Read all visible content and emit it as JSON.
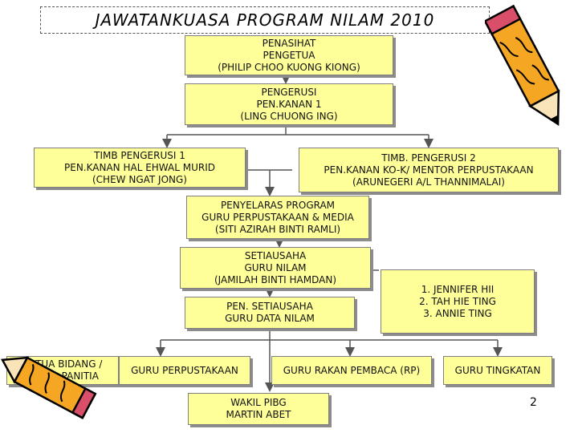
{
  "title": "JAWATANKUASA PROGRAM NILAM 2010",
  "penasihat": {
    "line1": "PENASIHAT",
    "line2": "PENGETUA",
    "line3": "(PHILIP CHOO KUONG KIONG)"
  },
  "pengerusi": {
    "line1": "PENGERUSI",
    "line2": "PEN.KANAN 1",
    "line3": "(LING CHUONG ING)"
  },
  "timb1": {
    "line1": "TIMB PENGERUSI 1",
    "line2": "PEN.KANAN HAL EHWAL MURID",
    "line3": "(CHEW NGAT JONG)"
  },
  "timb2": {
    "line1": "TIMB. PENGERUSI 2",
    "line2": "PEN.KANAN KO-K/ MENTOR PERPUSTAKAAN",
    "line3": "(ARUNEGERI A/L THANNIMALAI)"
  },
  "penyelaras": {
    "line1": "PENYELARAS PROGRAM",
    "line2": "GURU PERPUSTAKAAN & MEDIA",
    "line3": "(SITI AZIRAH BINTI RAMLI)"
  },
  "setiausaha": {
    "line1": "SETIAUSAHA",
    "line2": "GURU NILAM",
    "line3": "(JAMILAH BINTI HAMDAN)"
  },
  "pen_setiausaha": {
    "line1": "PEN. SETIAUSAHA",
    "line2": "GURU DATA NILAM"
  },
  "guru_list": {
    "line1": "1.  JENNIFER HII",
    "line2": "2.  TAH HIE TING",
    "line3": "3.  ANNIE TING"
  },
  "ketua_bidang": {
    "line1": "KETUA BIDANG /",
    "line2": "KETUA PANITIA"
  },
  "guru_perpustakaan": {
    "line1": "GURU PERPUSTAKAAN"
  },
  "guru_rakan": {
    "line1": "GURU RAKAN PEMBACA (RP)"
  },
  "guru_tingkatan": {
    "line1": "GURU TINGKATAN"
  },
  "wakil_pibg": {
    "line1": "WAKIL PIBG",
    "line2": "MARTIN ABET"
  },
  "page_number": "2",
  "colors": {
    "box_fill": "#ffff99",
    "connector": "#555555",
    "pencil_body": "#f5a623",
    "pencil_outline": "#000000"
  },
  "icons": [
    "pencil-icon-top-right",
    "pencil-icon-bottom-left"
  ]
}
